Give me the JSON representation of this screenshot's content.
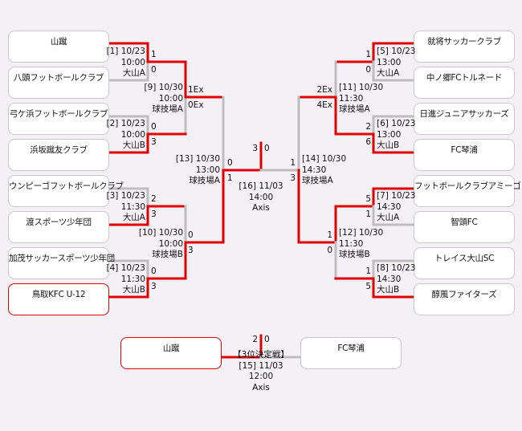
{
  "colors": {
    "winner_line": "#e00000",
    "loser_line": "#bdbdbd",
    "background": "#f3f1f5"
  },
  "teams_left": [
    "山蹴",
    "八頭フットボールクラブ",
    "弓ケ浜フットボールクラブ",
    "浜坂蹴友クラブ",
    "ウンピーゴフットボールクラブ",
    "渡スポーツ少年団",
    "加茂サッカースポーツ少年団",
    "鳥取KFC U-12"
  ],
  "teams_right": [
    "就将サッカークラブ",
    "中ノ郷FCトルネード",
    "日進ジュニアサッカーズ",
    "FC琴浦",
    "フットボールクラブアミーゴ",
    "智頭FC",
    "トレイス大山SC",
    "醇風ファイターズ"
  ],
  "matches": {
    "m1": {
      "no": "[1] 10/23",
      "time": "10:00",
      "venue": "大山A",
      "s1": "1",
      "s2": "0"
    },
    "m2": {
      "no": "[2] 10/23",
      "time": "10:00",
      "venue": "大山B",
      "s1": "0",
      "s2": "3"
    },
    "m3": {
      "no": "[3] 10/23",
      "time": "11:30",
      "venue": "大山A",
      "s1": "2",
      "s2": "3"
    },
    "m4": {
      "no": "[4] 10/23",
      "time": "11:30",
      "venue": "大山B",
      "s1": "0",
      "s2": "3"
    },
    "m5": {
      "no": "[5] 10/23",
      "time": "13:00",
      "venue": "大山A",
      "s1": "1",
      "s2": "0"
    },
    "m6": {
      "no": "[6] 10/23",
      "time": "13:00",
      "venue": "大山B",
      "s1": "2",
      "s2": "6"
    },
    "m7": {
      "no": "[7] 10/23",
      "time": "14:30",
      "venue": "大山A",
      "s1": "5",
      "s2": "1"
    },
    "m8": {
      "no": "[8] 10/23",
      "time": "14:30",
      "venue": "大山B",
      "s1": "1",
      "s2": "5"
    },
    "m9": {
      "no": "[9] 10/30",
      "time": "10:00",
      "venue": "球技場A",
      "s1": "1Ex",
      "s2": "0Ex"
    },
    "m10": {
      "no": "[10] 10/30",
      "time": "10:00",
      "venue": "球技場B",
      "s1": "0",
      "s2": "3"
    },
    "m11": {
      "no": "[11] 10/30",
      "time": "11:30",
      "venue": "球技場A",
      "s1": "2Ex",
      "s2": "4Ex"
    },
    "m12": {
      "no": "[12] 10/30",
      "time": "11:30",
      "venue": "球技場B",
      "s1": "1",
      "s2": "0"
    },
    "m13": {
      "no": "[13] 10/30",
      "time": "13:00",
      "venue": "球技場A",
      "s1": "0",
      "s2": "1"
    },
    "m14": {
      "no": "[14] 10/30",
      "time": "14:30",
      "venue": "球技場A",
      "s1": "1",
      "s2": "3"
    },
    "m16": {
      "no": "[16] 11/03",
      "time": "14:00",
      "venue": "Axis",
      "s1": "3",
      "s2": "0"
    }
  },
  "third_place": {
    "label": "【3位決定戦】",
    "no": "[15] 11/03",
    "time": "12:00",
    "venue": "Axis",
    "s1": "2",
    "s2": "0",
    "team_left": "山蹴",
    "team_right": "FC琴浦"
  }
}
